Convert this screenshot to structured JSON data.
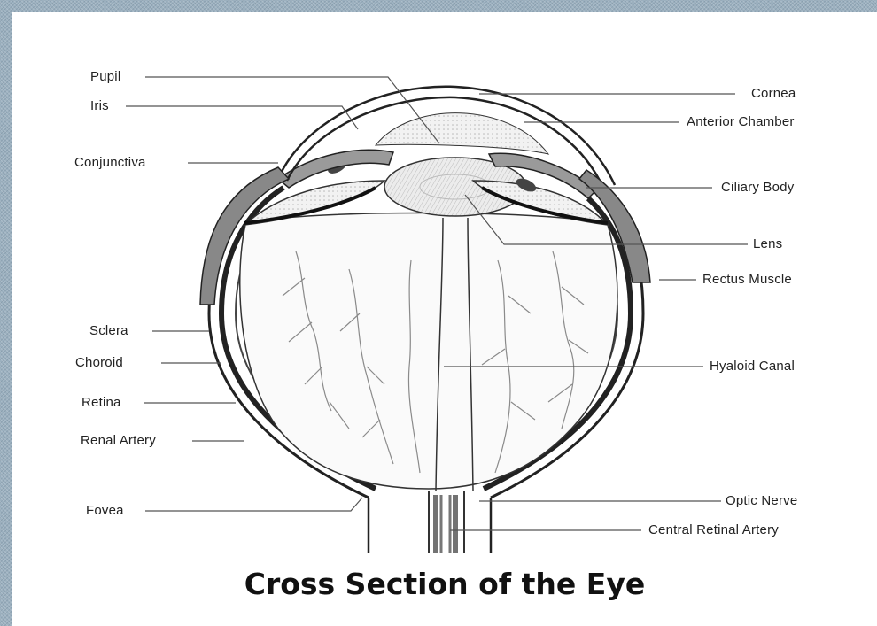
{
  "caption": "Cross Section of the Eye",
  "labels": {
    "pupil": "Pupil",
    "iris": "Iris",
    "conjunctiva": "Conjunctiva",
    "sclera": "Sclera",
    "choroid": "Choroid",
    "retina": "Retina",
    "renal_artery": "Renal Artery",
    "fovea": "Fovea",
    "cornea": "Cornea",
    "anterior_chamber": "Anterior Chamber",
    "ciliary_body": "Ciliary Body",
    "lens": "Lens",
    "rectus_muscle": "Rectus Muscle",
    "hyaloid_canal": "Hyaloid Canal",
    "optic_nerve": "Optic Nerve",
    "central_retinal_artery": "Central Retinal Artery"
  }
}
